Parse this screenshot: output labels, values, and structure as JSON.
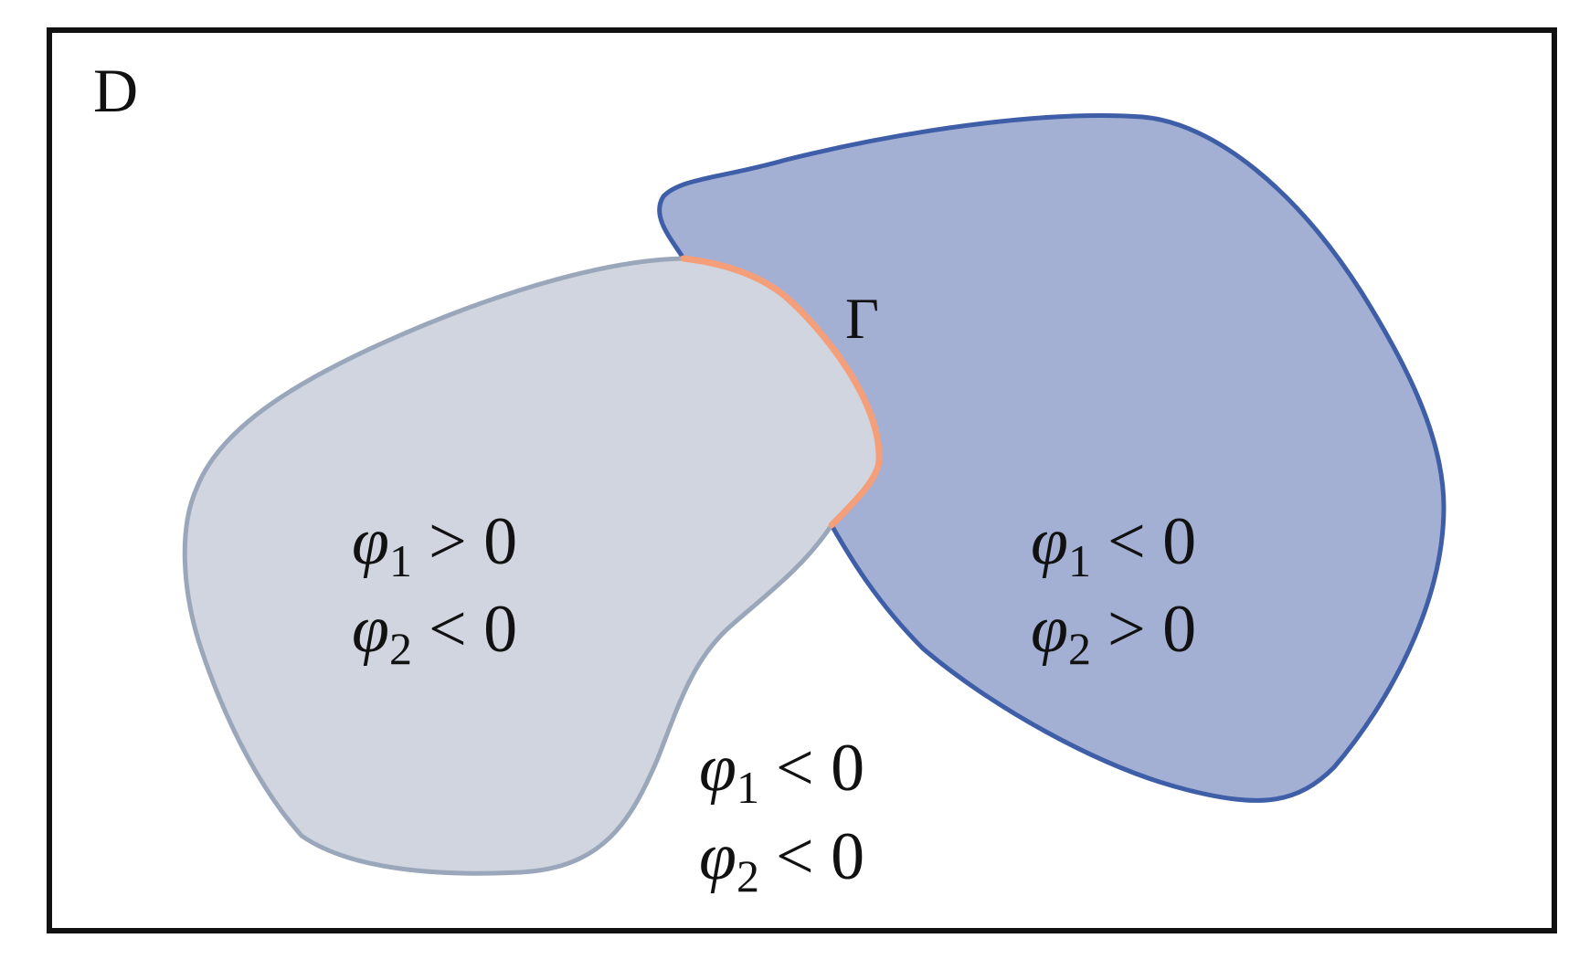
{
  "domain_label": "D",
  "interface_label": "Γ",
  "regions": {
    "region_1": {
      "line_1": {
        "var": "φ",
        "sub": "1",
        "rel": "> 0"
      },
      "line_2": {
        "var": "φ",
        "sub": "2",
        "rel": "< 0"
      }
    },
    "region_2": {
      "line_1": {
        "var": "φ",
        "sub": "1",
        "rel": "< 0"
      },
      "line_2": {
        "var": "φ",
        "sub": "2",
        "rel": "> 0"
      }
    },
    "outside": {
      "line_1": {
        "var": "φ",
        "sub": "1",
        "rel": "< 0"
      },
      "line_2": {
        "var": "φ",
        "sub": "2",
        "rel": "< 0"
      }
    }
  },
  "colors": {
    "frame": "#111111",
    "region_1_fill": "#d0d5df",
    "region_1_stroke": "#9aa7bb",
    "region_2_fill": "#a3b0d4",
    "region_2_stroke": "#3f5ea8",
    "interface": "#f59e7a"
  }
}
